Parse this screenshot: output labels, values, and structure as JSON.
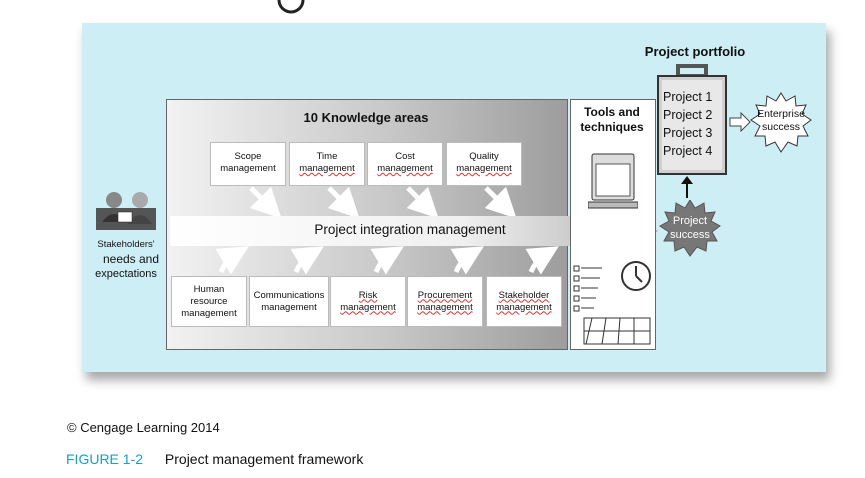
{
  "top_knowledge_areas": [
    {
      "line1": "Scope",
      "line2": "management"
    },
    {
      "line1": "Time",
      "line2": "management"
    },
    {
      "line1": "Cost",
      "line2": "management"
    },
    {
      "line1": "Quality",
      "line2": "management"
    }
  ],
  "bottom_knowledge_areas": [
    {
      "label": "Human\nresource\nmanagement"
    },
    {
      "label": "Communications\nmanagement"
    },
    {
      "label": "Risk\nmanagement"
    },
    {
      "label": "Procurement\nmanagement"
    },
    {
      "label": "Stakeholder\nmanagement"
    }
  ],
  "knowledge_areas_title": "10 Knowledge areas",
  "integration_label": "Project integration management",
  "tools_title": "Tools and techniques",
  "stakeholders": {
    "line1": "Stakeholders'",
    "line2": "needs and",
    "line3": "expectations"
  },
  "project_success": {
    "line1": "Project",
    "line2": "success"
  },
  "enterprise_success": {
    "line1": "Enterprise",
    "line2": "success"
  },
  "portfolio": {
    "title": "Project portfolio",
    "projects": [
      "Project 1",
      "Project 2",
      "Project 3",
      "Project 4"
    ]
  },
  "copyright": "© Cengage Learning 2014",
  "figure": {
    "number": "FIGURE 1-2",
    "caption": "Project management framework",
    "number_color": "#1aa0c0"
  }
}
